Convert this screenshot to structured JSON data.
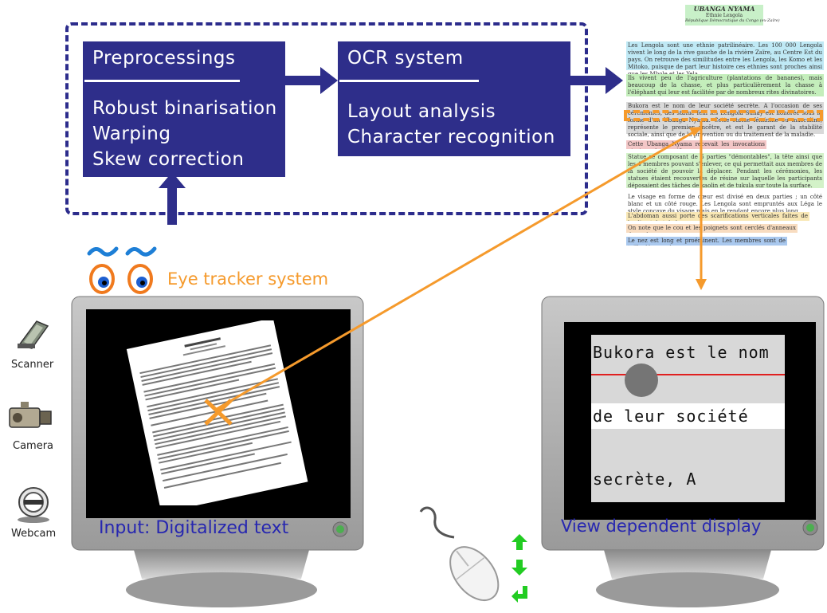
{
  "pipeline": {
    "preprocessing": {
      "title": "Preprocessings",
      "items": [
        "Robust binarisation",
        "Warping",
        "Skew correction"
      ]
    },
    "ocr": {
      "title": "OCR system",
      "items": [
        "Layout analysis",
        "Character recognition"
      ]
    }
  },
  "eye_tracker": {
    "label": "Eye tracker system"
  },
  "devices": [
    {
      "name": "Scanner",
      "icon": "scanner-icon"
    },
    {
      "name": "Camera",
      "icon": "camera-icon"
    },
    {
      "name": "Webcam",
      "icon": "webcam-icon"
    }
  ],
  "input_monitor": {
    "label": "Input: Digitalized text"
  },
  "output_monitor": {
    "label": "View dependent display",
    "lines": [
      "Bukora est le nom",
      "de leur société",
      "secrète, A"
    ]
  },
  "document": {
    "title": "UBANGA NYAMA",
    "subtitle1": "Ethnie Lengola",
    "subtitle2": "République Démocratique du Congo (ex-Zaïre)",
    "paragraphs": [
      {
        "text": "Les Lengola sont une ethnie patrilinéaire. Les 100 000 Lengola vivent le long de la rive gauche de la rivière Zaïre, au Centre Est du pays. On retrouve des similitudes entre les Lengola, les Komo et les Mitoko, puisque de part leur histoire ces ethnies sont proches ainsi que les Mbole et les Yela.",
        "color": "#bfe9f5"
      },
      {
        "text": "Ils vivent peu de l'agriculture (plantations de bananes), mais beaucoup de la chasse, et plus particulièrement la chasse à l'éléphant qui leur est facilitée par de nombreux rites divinatoires.",
        "color": "#c4eebb"
      },
      {
        "text": "Bukora est le nom de leur société secrète. A l'occasion de ses cérémonies, des statue fem les Lengola Sunay est honorée sous la forme d'un Ubanga Nyama. Cette statue féminine ou masculine, représente le premier ancêtre, et est le garant de la stabilité sociale, ainsi que de la prévention ou du traitement de la maladie.",
        "color": "#d9d9d9"
      },
      {
        "text": "Cette Ubanga Nyama recevait les invocations ainsi que les sacrifices.",
        "color": "#f3c6c6"
      },
      {
        "text": "Statue se composant de 6 parties \"démontables\", la tête ainsi que les 4 membres pouvant s'enlever, ce qui permettait aux membres de la société de pouvoir la déplacer. Pendant les cérémonies, les statues étaient recouvertes de résine sur laquelle les participants déposaient des tâches de kaolin et de tukula sur toute la surface.",
        "color": "#d3f2c8"
      },
      {
        "text": "Le visage en forme de cœur est divisé en deux parties ; un côté blanc et un côté rouge. Les Lengola sont empruntés aux Léga le style concave du visage mais en le rendant encore plus long.",
        "color": "#ffffff"
      },
      {
        "text": "L'abdoman aussi porte des scarifications verticales faites de kaolin et de tukula.",
        "color": "#f8e7b5"
      },
      {
        "text": "On note que le cou et les poignets sont cerclés d'anneaux de couleur.",
        "color": "#f8dcc0"
      },
      {
        "text": "Le nez est long et proéminent. Les membres sont de taille démesurée.",
        "color": "#a9c8ee"
      }
    ]
  },
  "colors": {
    "box_blue": "#2e2e8a",
    "orange": "#f59a2c",
    "green_arrow": "#22cc22",
    "red_line": "#e02020"
  },
  "controls": {
    "icons": [
      "arrow-up-icon",
      "arrow-down-icon",
      "enter-icon"
    ]
  }
}
